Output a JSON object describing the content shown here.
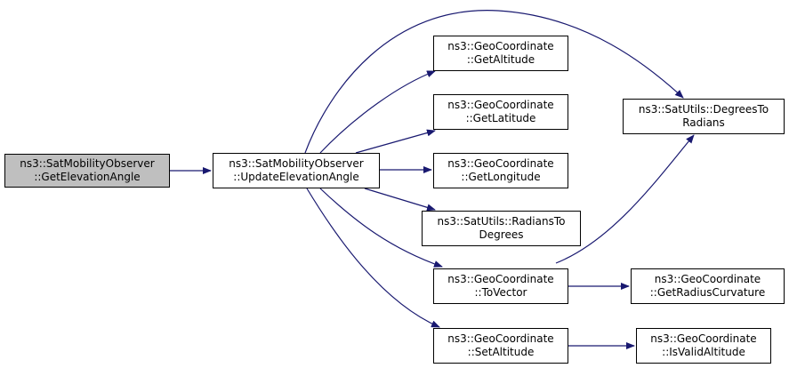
{
  "edge_color": "#191970",
  "root_fill": "#bfbfbf",
  "nodes": {
    "get_elevation_angle": {
      "line1": "ns3::SatMobilityObserver",
      "line2": "::GetElevationAngle"
    },
    "update_elevation_angle": {
      "line1": "ns3::SatMobilityObserver",
      "line2": "::UpdateElevationAngle"
    },
    "get_altitude": {
      "line1": "ns3::GeoCoordinate",
      "line2": "::GetAltitude"
    },
    "get_latitude": {
      "line1": "ns3::GeoCoordinate",
      "line2": "::GetLatitude"
    },
    "get_longitude": {
      "line1": "ns3::GeoCoordinate",
      "line2": "::GetLongitude"
    },
    "radians_to_degrees": {
      "line1": "ns3::SatUtils::RadiansTo",
      "line2": "Degrees"
    },
    "to_vector": {
      "line1": "ns3::GeoCoordinate",
      "line2": "::ToVector"
    },
    "set_altitude": {
      "line1": "ns3::GeoCoordinate",
      "line2": "::SetAltitude"
    },
    "degrees_to_radians": {
      "line1": "ns3::SatUtils::DegreesTo",
      "line2": "Radians"
    },
    "get_radius_curvature": {
      "line1": "ns3::GeoCoordinate",
      "line2": "::GetRadiusCurvature"
    },
    "is_valid_altitude": {
      "line1": "ns3::GeoCoordinate",
      "line2": "::IsValidAltitude"
    }
  }
}
